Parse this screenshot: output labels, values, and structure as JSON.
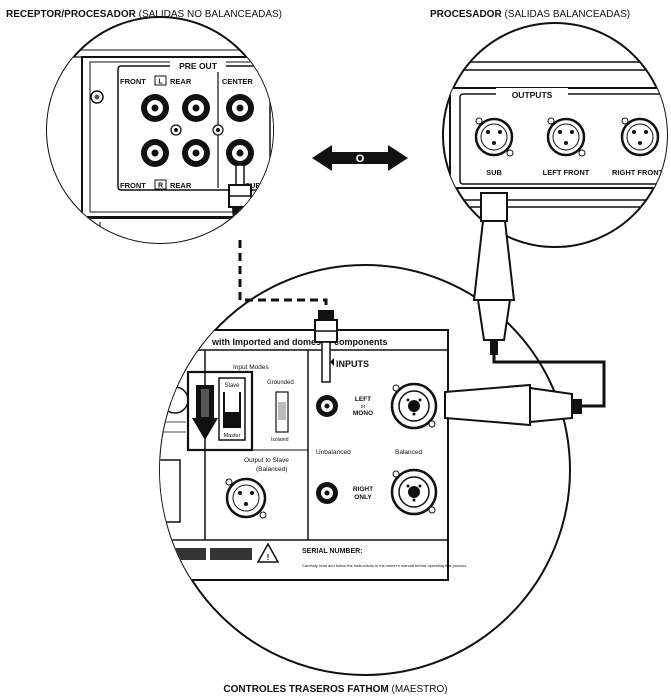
{
  "titles": {
    "receiver_bold": "RECEPTOR/PROCESADOR",
    "receiver_light": "(SALIDAS NO BALANCEADAS)",
    "processor_bold": "PROCESADOR",
    "processor_light": "(SALIDAS BALANCEADAS)",
    "controls_bold": "CONTROLES TRASEROS FATHOM",
    "controls_light": "(MAESTRO)"
  },
  "receiver_panel": {
    "pre_out": "PRE OUT",
    "front_top": "FRONT",
    "l_badge": "L",
    "rear_top": "REAR",
    "center": "CENTER",
    "front_bottom": "FRONT",
    "r_badge": "R",
    "rear_bottom": "REAR",
    "sub": "SUB"
  },
  "connector": {
    "or": "O"
  },
  "processor_panel": {
    "outputs": "OUTPUTS",
    "sub": "SUB",
    "left_front": "LEFT FRONT",
    "right_front": "RIGHT FRONT"
  },
  "fathom_panel": {
    "header": "with Imported and domestic components",
    "inputs": "INPUTS",
    "input_modes": "Input Modes",
    "slave": "Slave",
    "master": "Master",
    "grounded": "Grounded",
    "isolated": "Isolated",
    "left_or_mono_1": "LEFT",
    "left_or_mono_2": "or",
    "left_or_mono_3": "MONO",
    "unbalanced": "Unbalanced",
    "balanced": "Balanced",
    "output_to_slave_1": "Output to Slave",
    "output_to_slave_2": "(Balanced)",
    "right_only_1": "RIGHT",
    "right_only_2": "ONLY",
    "serial_number": "SERIAL NUMBER:",
    "fine_print": "Carefully read and follow the instructions in the owner's manual before operating this product."
  }
}
